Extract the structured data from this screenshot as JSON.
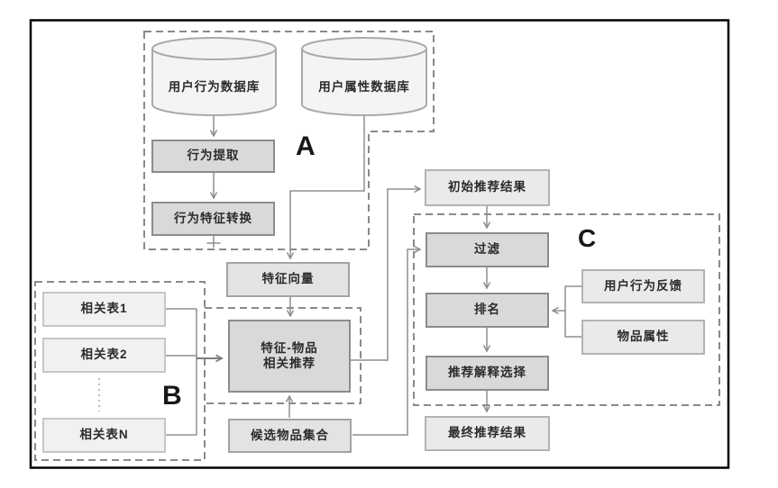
{
  "groups": {
    "a": "A",
    "b": "B",
    "c": "C"
  },
  "nodes": {
    "user_behavior_db": "用户行为数据库",
    "user_attr_db": "用户属性数据库",
    "behavior_extract": "行为提取",
    "behavior_transform": "行为特征转换",
    "feature_vector": "特征向量",
    "rel_table_1": "相关表1",
    "rel_table_2": "相关表2",
    "rel_table_n": "相关表N",
    "feature_item_line1": "特征-物品",
    "feature_item_line2": "相关推荐",
    "candidate_set": "候选物品集合",
    "initial_result": "初始推荐结果",
    "filter": "过滤",
    "ranking": "排名",
    "behavior_feedback": "用户行为反馈",
    "item_attr": "物品属性",
    "explain_select": "推荐解释选择",
    "final_result": "最终推荐结果"
  },
  "colors": {
    "line": "#8f8f8f",
    "dashed_border": "#8a8a8a",
    "outer_border": "#000000",
    "process_fill": "#d9d9d9",
    "io_fill": "#eaeaea"
  }
}
